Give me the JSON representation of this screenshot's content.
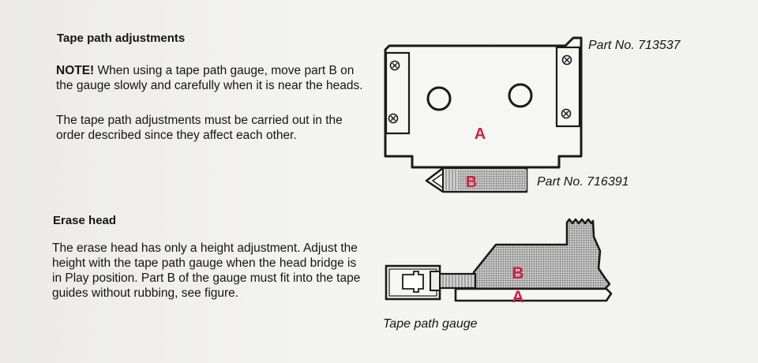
{
  "section1": {
    "heading": "Tape path adjustments",
    "note_label": "NOTE!",
    "note_text": " When using a tape path gauge, move part B on the gauge slowly and carefully when it is near the heads.",
    "paragraph": "The tape path adjustments must be carried out in the order described since they affect each other."
  },
  "section2": {
    "heading": "Erase head",
    "paragraph": "The erase head has only a height adjustment. Adjust the height with the tape path gauge when the head bridge is in Play position. Part B of the gauge must fit into the tape guides without rubbing, see figure."
  },
  "figure1": {
    "part_a_label": "Part No. 713537",
    "part_b_label": "Part No. 716391",
    "letter_a": "A",
    "letter_b": "B"
  },
  "figure2": {
    "caption": "Tape path gauge",
    "letter_a": "A",
    "letter_b": "B"
  },
  "colors": {
    "accent_red": "#d0203c",
    "ink": "#151515"
  }
}
